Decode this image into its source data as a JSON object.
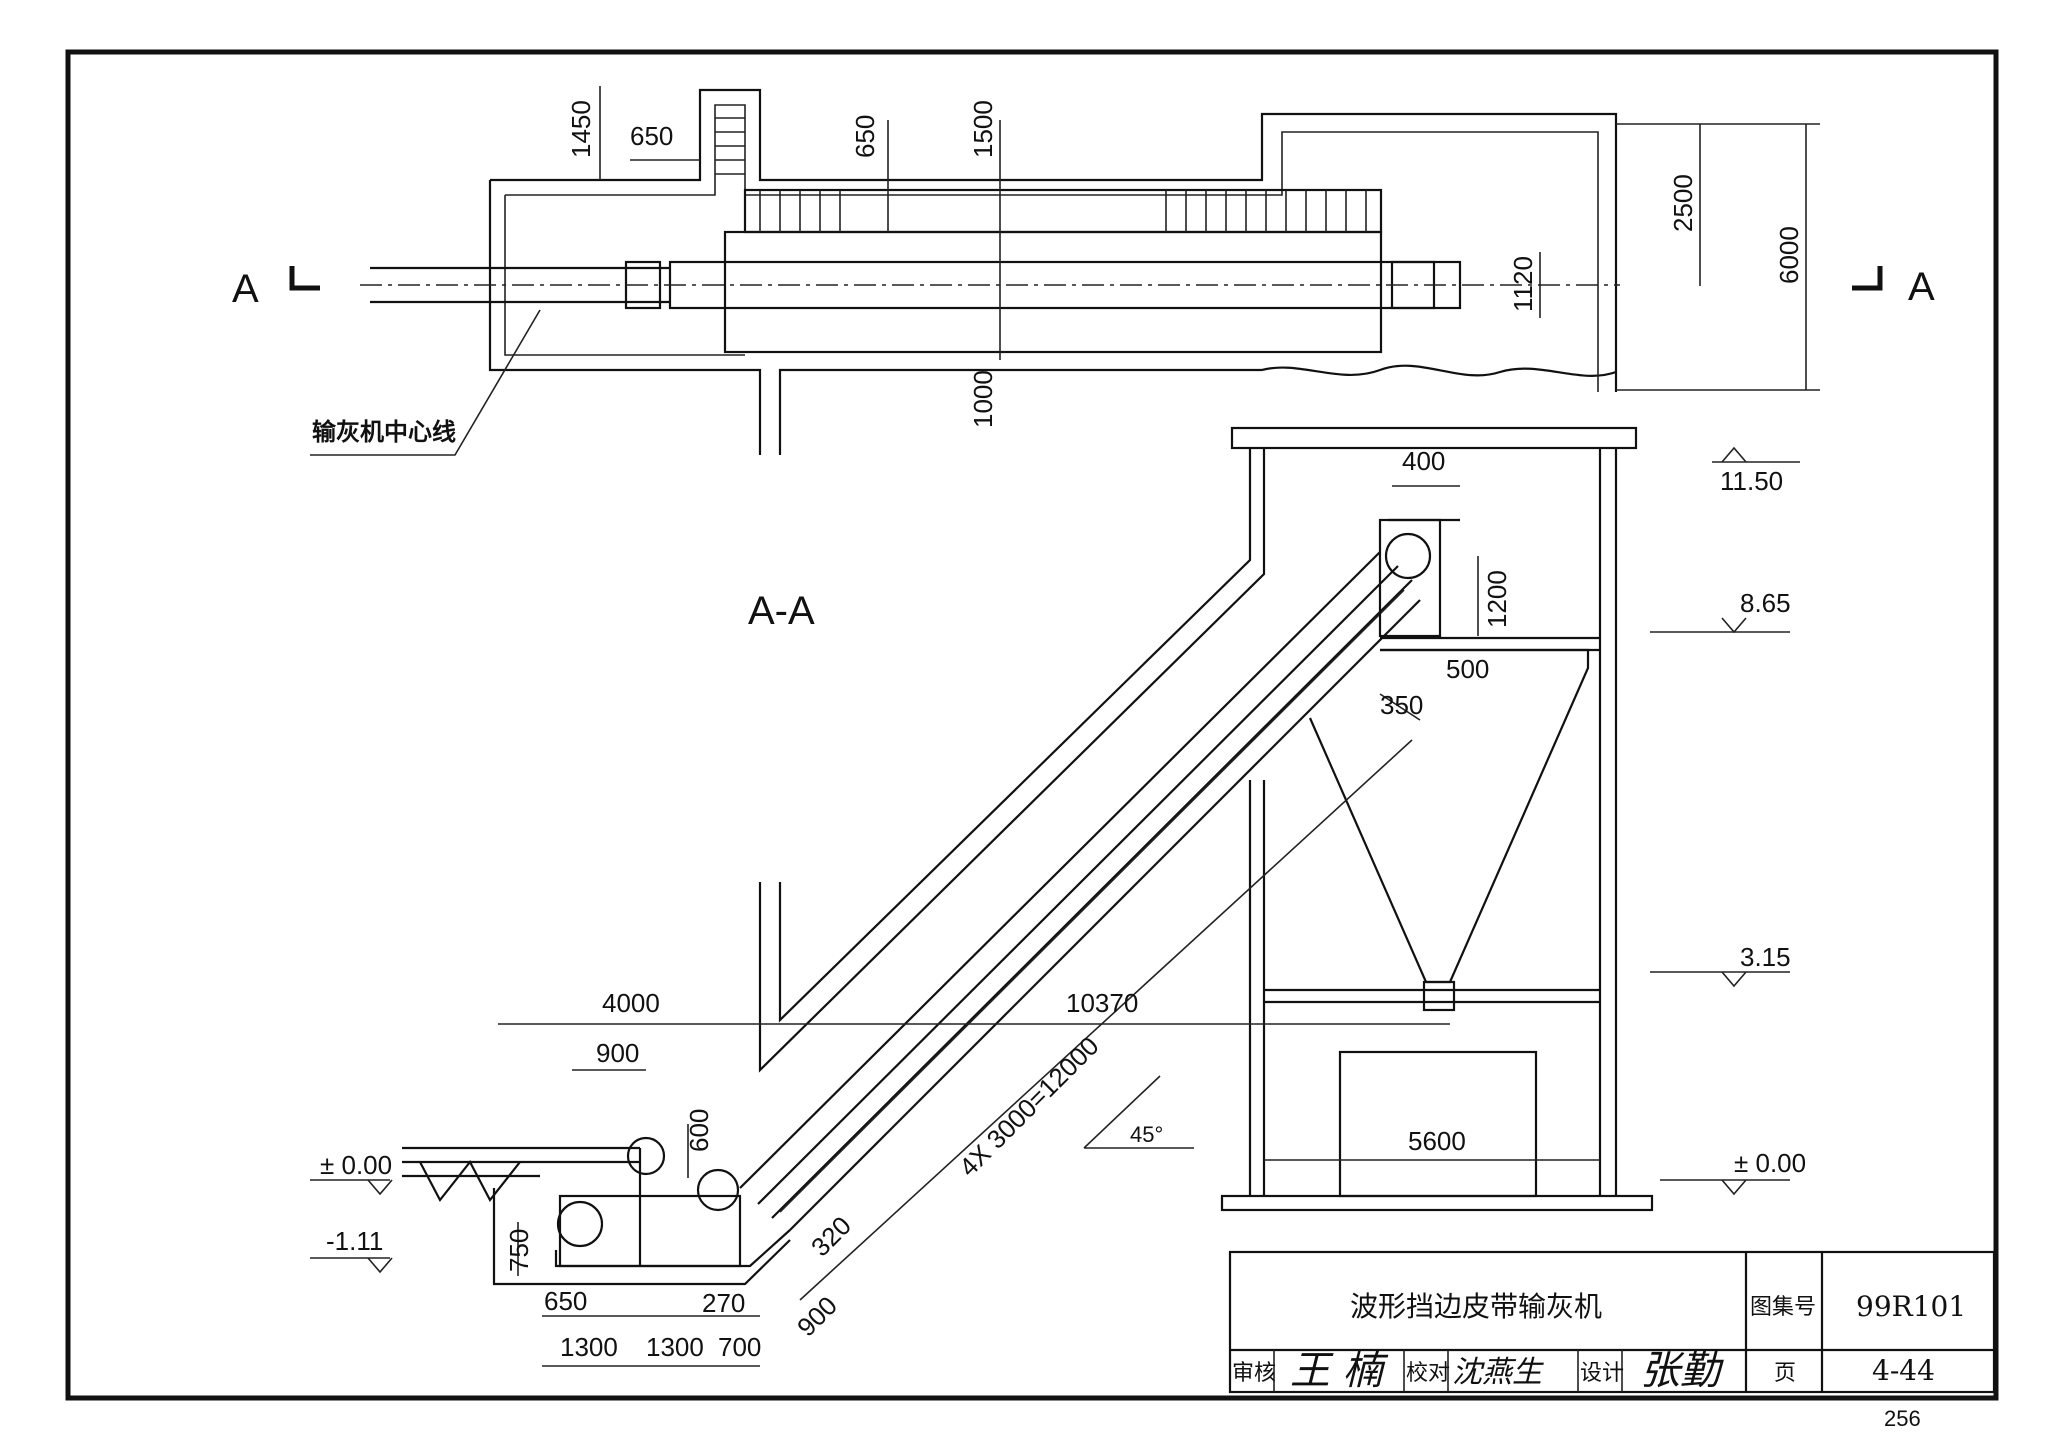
{
  "title_block": {
    "drawing_title": "波形挡边皮带输灰机",
    "atlas_label": "图集号",
    "atlas_no": "99R101",
    "page_label": "页",
    "page_no": "4-44",
    "review_label": "审核",
    "review_signature": "王 楠",
    "check_label": "校对",
    "check_signature": "沈燕生",
    "design_label": "设计",
    "design_signature": "张勤"
  },
  "sheet_number": "256",
  "plan": {
    "section_mark_left": "A",
    "section_mark_right": "A",
    "centerline_label": "输灰机中心线",
    "dims": [
      "1450",
      "650",
      "650",
      "1500",
      "1000",
      "1120",
      "2500",
      "6000"
    ]
  },
  "section": {
    "title": "A-A",
    "elevations": [
      "11.50",
      "8.65",
      "3.15",
      "± 0.00",
      "± 0.00",
      "-1.11"
    ],
    "dims": [
      "400",
      "1200",
      "500",
      "350",
      "4000",
      "10370",
      "900",
      "600",
      "750",
      "4X 3000=12000",
      "45°",
      "5600",
      "320",
      "270",
      "650",
      "900",
      "1300",
      "1300",
      "700"
    ]
  }
}
